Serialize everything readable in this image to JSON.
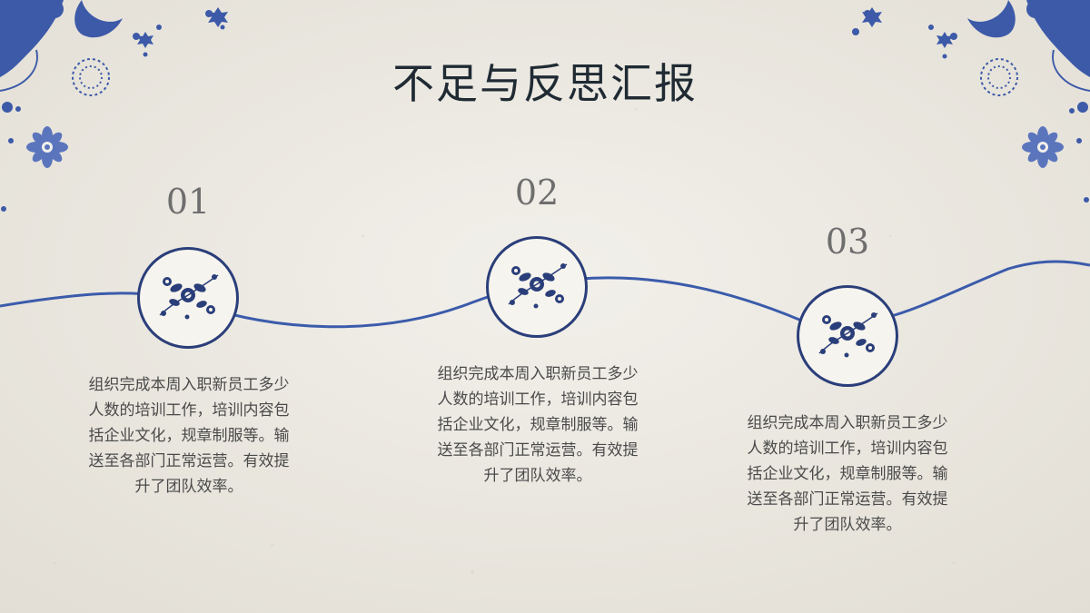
{
  "slide": {
    "title": "不足与反思汇报",
    "colors": {
      "accent": "#3b5bab",
      "dark": "#2a3e7a",
      "text": "#4a4a4a",
      "background": "#ece9e2"
    },
    "items": [
      {
        "number": "01",
        "icon": "blue-white-floral-icon",
        "lines": [
          "组织完成本周入职新员工多少",
          "人数的培训工作，培训内容包",
          "括企业文化，规章制服等。输",
          "送至各部门正常运营。有效提",
          "升了团队效率。"
        ]
      },
      {
        "number": "02",
        "icon": "blue-white-floral-icon",
        "lines": [
          "组织完成本周入职新员工多少",
          "人数的培训工作，培训内容包",
          "括企业文化，规章制服等。输",
          "送至各部门正常运营。有效提",
          "升了团队效率。"
        ]
      },
      {
        "number": "03",
        "icon": "blue-white-floral-icon",
        "lines": [
          "组织完成本周入职新员工多少",
          "人数的培训工作，培训内容包",
          "括企业文化，规章制服等。输",
          "送至各部门正常运营。有效提",
          "升了团队效率。"
        ]
      }
    ]
  }
}
